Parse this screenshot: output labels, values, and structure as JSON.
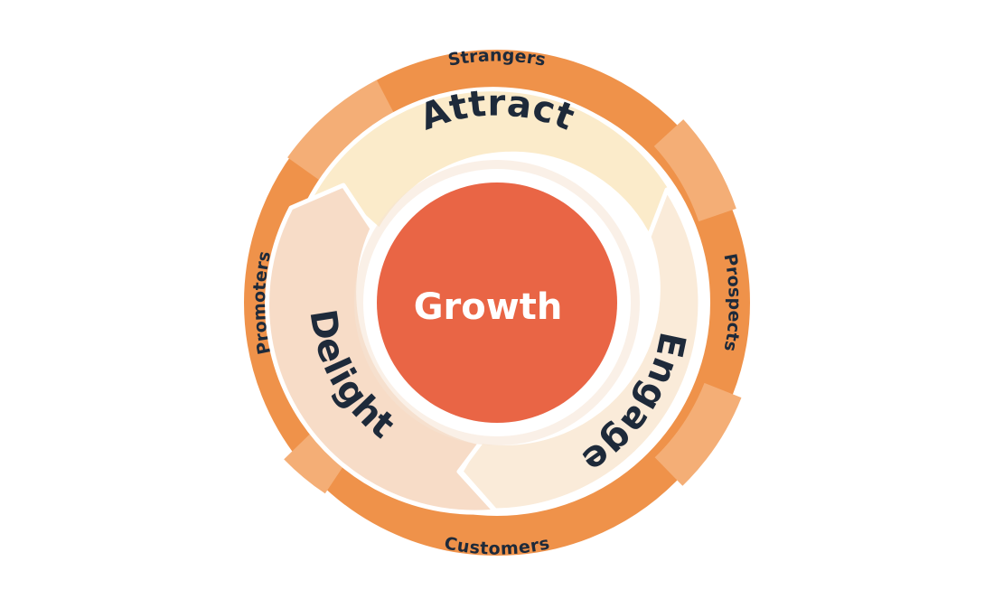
{
  "center": {
    "label": "Growth",
    "color": "#e96545"
  },
  "stages": [
    {
      "label": "Attract",
      "color": "#fbebca"
    },
    {
      "label": "Engage",
      "color": "#faebd9"
    },
    {
      "label": "Delight",
      "color": "#f7dcc7"
    }
  ],
  "outer_ring": {
    "color": "#ef924a",
    "light_color": "#f4ae76",
    "labels": {
      "top": "Strangers",
      "right": "Prospects",
      "bottom": "Customers",
      "left": "Promoters"
    }
  }
}
